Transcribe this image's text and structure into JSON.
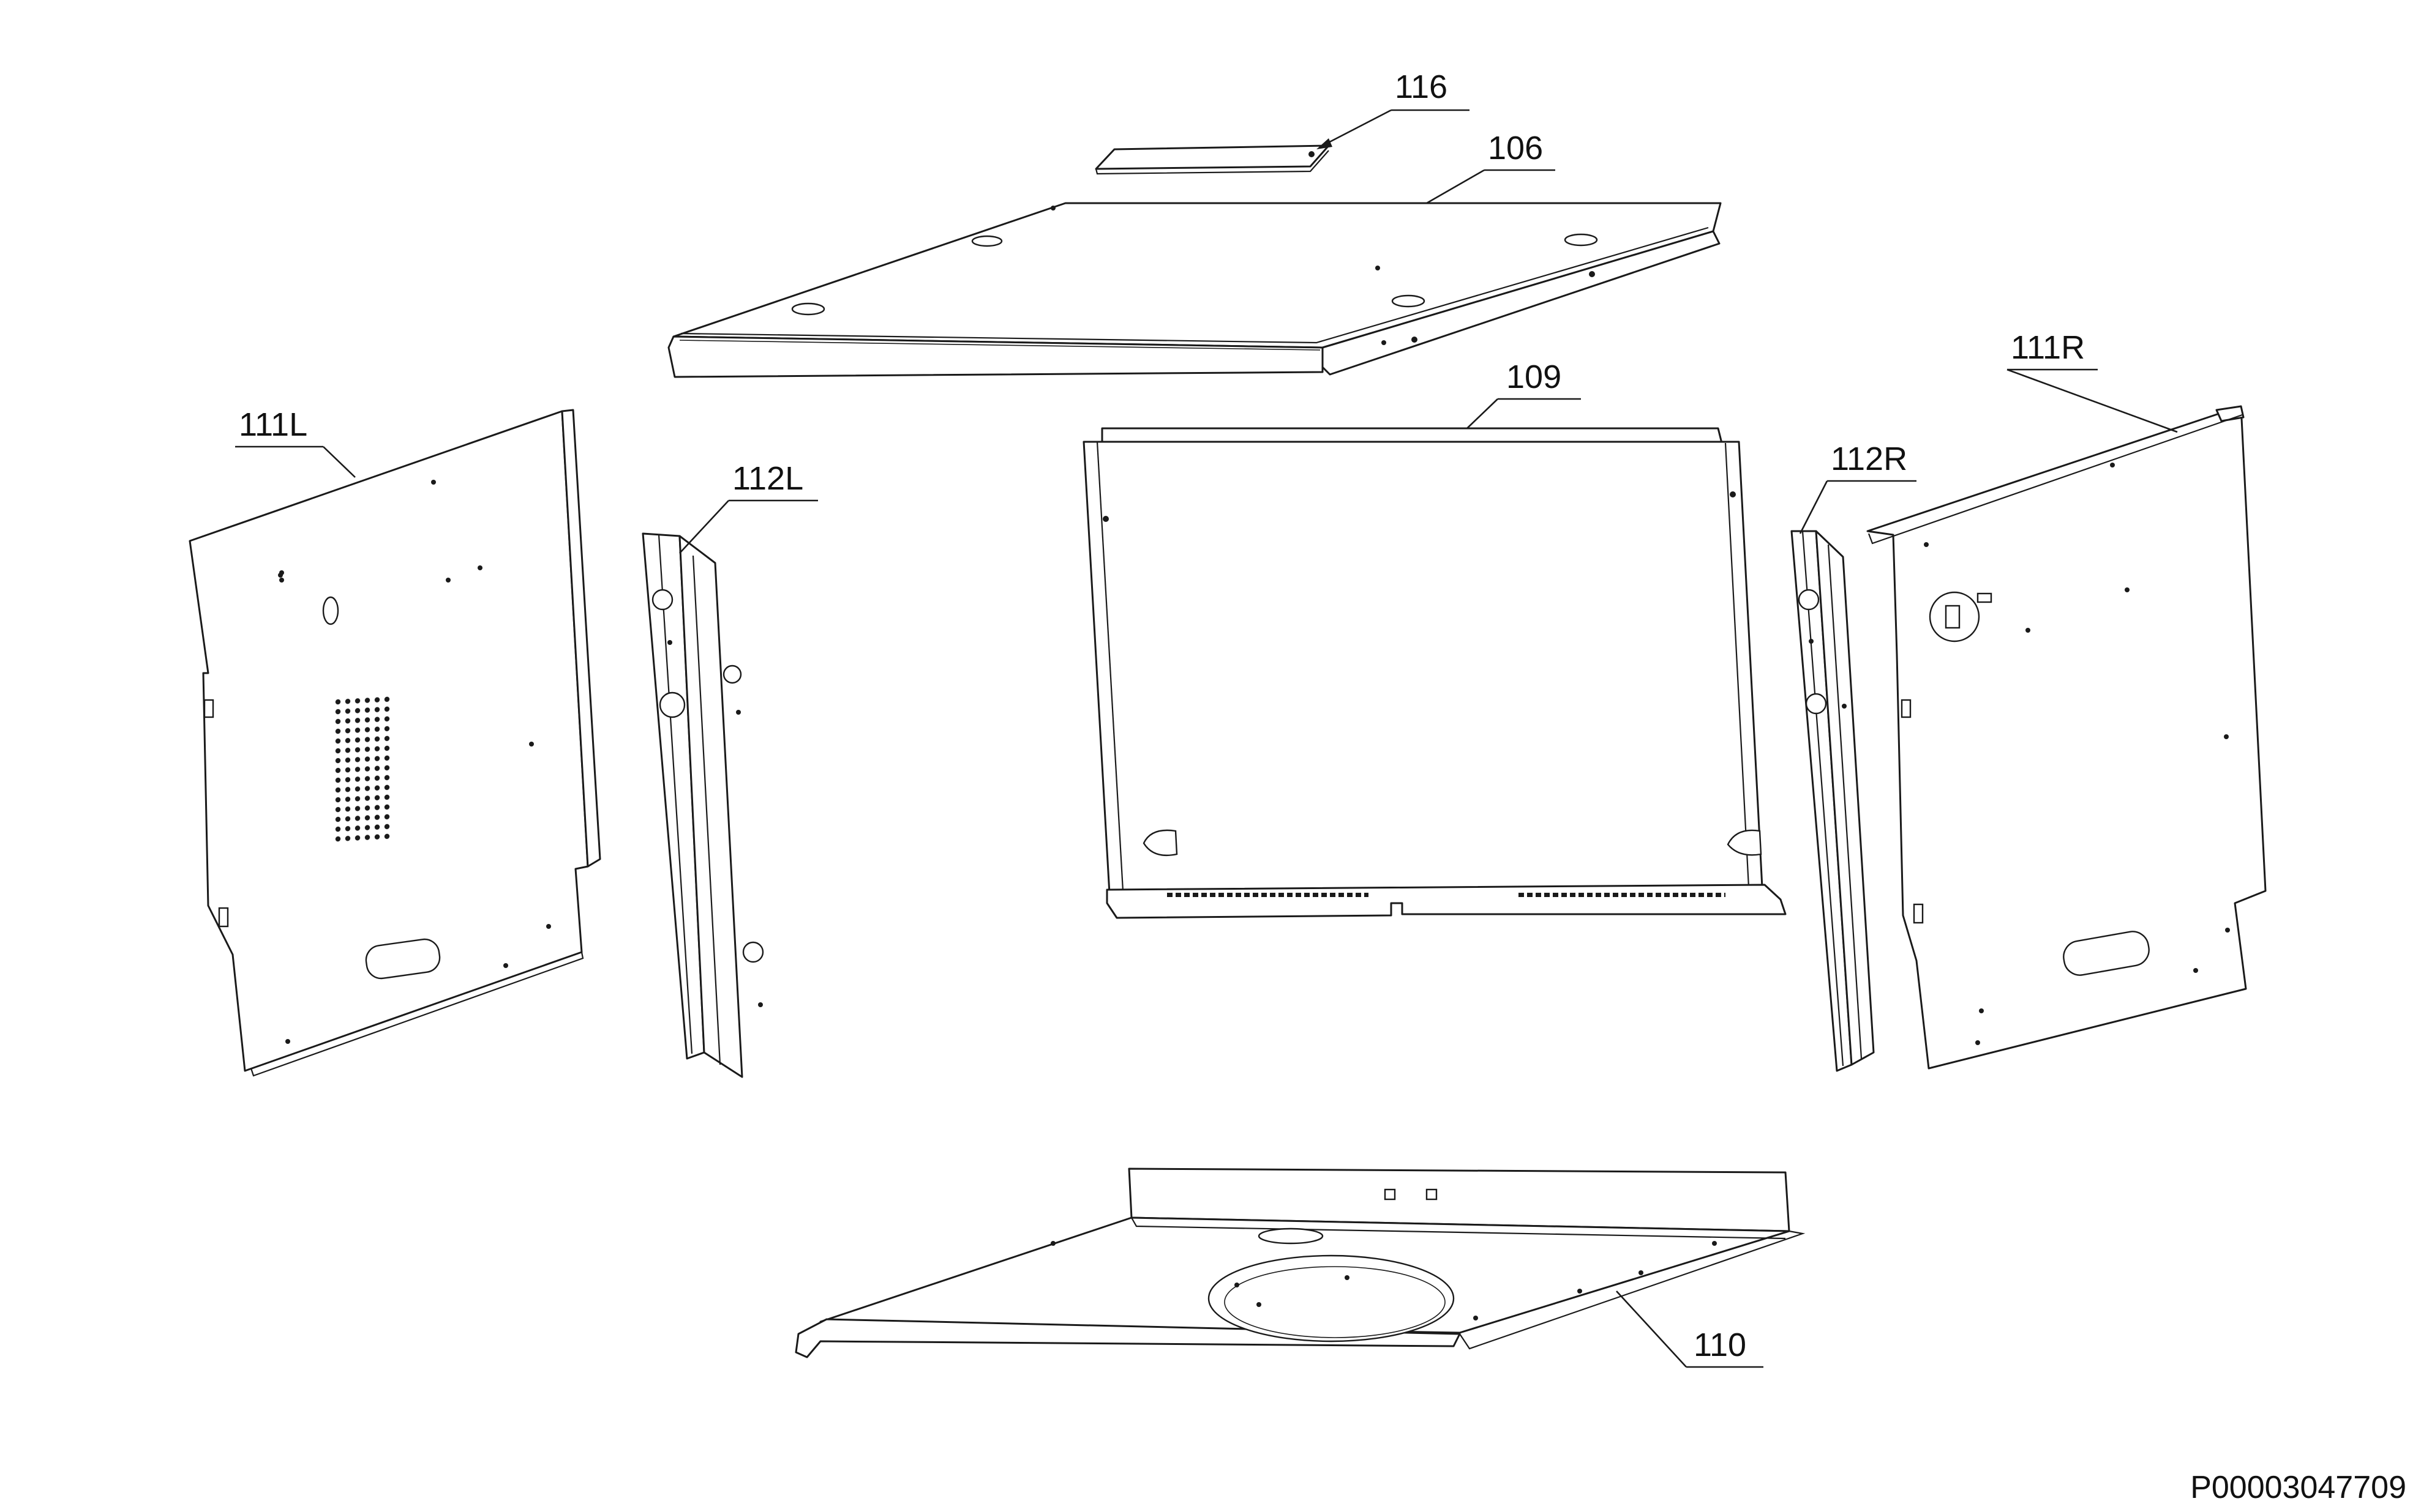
{
  "diagram": {
    "callouts": {
      "c116": "116",
      "c106": "106",
      "c109": "109",
      "c111L": "111L",
      "c112L": "112L",
      "c111R": "111R",
      "c112R": "112R",
      "c110": "110"
    },
    "document_id": "P00003047709"
  }
}
